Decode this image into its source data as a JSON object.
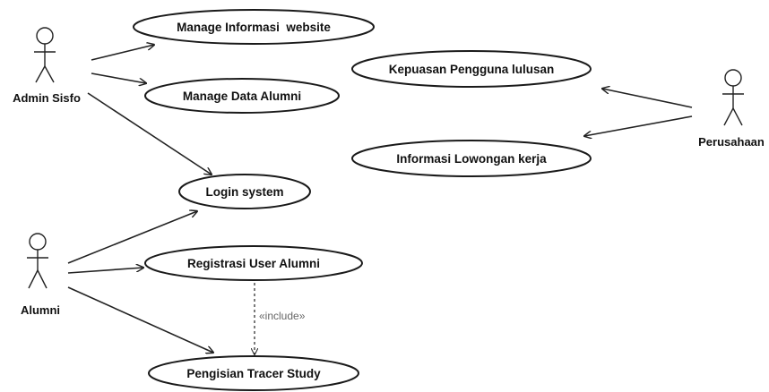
{
  "actors": {
    "admin": "Admin Sisfo",
    "alumni": "Alumni",
    "perusahaan": "Perusahaan"
  },
  "use_cases": {
    "manage_info": "Manage Informasi  website",
    "manage_alumni": "Manage Data Alumni",
    "login": "Login system",
    "registrasi": "Registrasi User Alumni",
    "tracer": "Pengisian Tracer Study",
    "kepuasan": "Kepuasan Pengguna lulusan",
    "lowongan": "Informasi Lowongan kerja"
  },
  "include_stereotype": "«include»"
}
